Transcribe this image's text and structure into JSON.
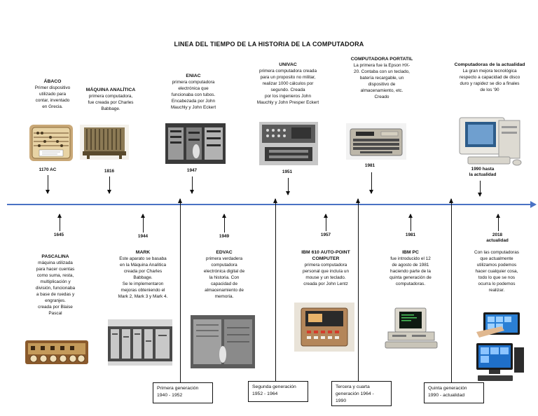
{
  "title": "LINEA DEL TIEMPO DE LA HISTORIA DE LA COMPUTADORA",
  "top_events": [
    {
      "id": "abaco",
      "heading": "ÁBACO",
      "body": "Primer dispositivo\nutilizado para\ncontar, inventado\nen Grecia.",
      "year": "1170 AC",
      "icon": "abacus-icon"
    },
    {
      "id": "maquina",
      "heading": "MÁQUINA ANALÍTICA",
      "body": "primera computadora,\nfue creada por Charles\nBabbage.",
      "year": "1816",
      "icon": "analytical-engine-icon"
    },
    {
      "id": "eniac",
      "heading": "ENIAC",
      "body": "primera computadora\nelectrónica que\nfuncionaba con tubos.\nEncabezada por John\nMauchly y John Eckert",
      "year": "1947",
      "icon": "eniac-icon"
    },
    {
      "id": "univac",
      "heading": "UNIVAC",
      "body": "primera computadora creada\npara un proposito no militar,\nrealizar 1000 cálculos por\nsegundo. Creada\npor los ingenieros John\nMauchly y John Presper Eckert",
      "year": "1951",
      "icon": "univac-icon"
    },
    {
      "id": "portatil",
      "heading": "COMPUTADORA PORTATIL",
      "body": "La primera fue la Epson HX-\n20. Contaba con un teclado,\nbatería recargable, un\ndispositivo de\nalmacenamiento, etc.\nCreado",
      "year": "1981",
      "icon": "laptop-icon"
    },
    {
      "id": "actual",
      "heading": "Computadoras de la actualidad",
      "body": "La gran mejora tecnológica\nrespecto a capacidad de disco\nduro y rapidez se dio a finales\nde los '90",
      "year": "1990 hasta\nla actualidad",
      "icon": "desktop-pc-icon"
    }
  ],
  "bottom_events": [
    {
      "id": "pascalina",
      "heading": "PASCALINA",
      "body": "máquina utilizada\npara hacer cuentas\ncomo suma, resta,\nmultiplicación y\ndivisión, funcionaba\na base de ruedas y\nengranjes.\ncreada por Blaise\nPascal",
      "year": "1645",
      "icon": "pascaline-icon"
    },
    {
      "id": "mark",
      "heading": "MARK",
      "body": "Este aparato se basaba\nen la Máquina Analítica\ncreada por Charles\nBabbage.\nSe le implementaron\nmejoras obteniendo el\nMark 2, Mark 3 y Mark 4.",
      "year": "1944",
      "icon": "mark-icon"
    },
    {
      "id": "edvac",
      "heading": "EDVAC",
      "body": "primera verdadera\ncomputadora\nelectrónica digital de\nla historia. Con\ncapacidad de\nalmacenamiento de\nmemoria.",
      "year": "1949",
      "icon": "edvac-icon"
    },
    {
      "id": "ibm610",
      "heading": "IBM 610 AUTO-POINT\nCOMPUTER",
      "body": "primera computadora\npersonal que incluía un\nmouse y un teclado.\ncreada por John Lentz",
      "year": "1957",
      "icon": "ibm610-icon"
    },
    {
      "id": "ibmpc",
      "heading": "IBM PC",
      "body": "fue introducido el 12\nde agosto de 1981\nhaciendo parte de la\nquinta generación de\ncomputadoras.",
      "year": "1981",
      "icon": "ibm-pc-icon"
    },
    {
      "id": "hoy",
      "heading": "",
      "body": "Con las computadoras\nque actualmente\nutilizamos podemos\nhacer cualquier cosa,\ntodo lo que se nos\nocurra lo podemos\nrealizar.",
      "year": "2018\nactualidad",
      "icon": "modern-computers-icon"
    }
  ],
  "generations": [
    {
      "id": "gen1",
      "label": "Primera generación\n1940 - 1952"
    },
    {
      "id": "gen2",
      "label": "Segunda generación\n1952 - 1964"
    },
    {
      "id": "gen3",
      "label": "Tercera y cuarta\ngeneración 1964 -\n1990"
    },
    {
      "id": "gen5",
      "label": "Quinta generación\n1990 - actualidad"
    }
  ],
  "colors": {
    "timeline": "#4a72c4"
  }
}
